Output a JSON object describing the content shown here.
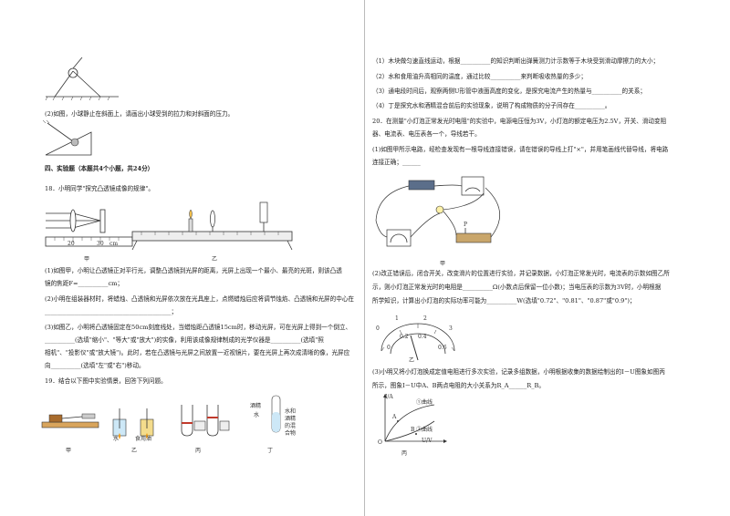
{
  "left": {
    "q2_text": "(2)如图，小球静止在斜面上，请画出小球受到的拉力和对斜面的压力。",
    "section_title": "四、实验题（本题共4个小题，共24分）",
    "q18_intro": "18．小明同学\"探究凸透镜成像的规律\"。",
    "q18_fig_jia": "甲",
    "q18_fig_yi": "乙",
    "q18_ruler_20": "20",
    "q18_ruler_30": "30",
    "q18_ruler_cm": "cm",
    "q18_1_l1": "(1)如图甲，小明让凸透镜正对平行光，调整凸透镜到光屏的距离，光屏上出现一个最小、最亮的光斑，则该凸透",
    "q18_1_l2": "镜的焦距F=__________cm；",
    "q18_2_l1": "(2)小明在组装器材时，将蜡烛、凸透镜和光屏依次放在光具座上，点燃蜡烛后应将调节烛焰、凸透镜和光屏的中心在",
    "q18_2_l2": "__________________________________________；",
    "q18_3_l1": "(3)如图乙，小明将凸透镜固定在50cm刻度线处，当蜡烛距凸透镜15cm时，移动光屏，可在光屏上得到一个倒立、",
    "q18_3_l2": "__________(选填\"缩小\"、\"等大\"或\"放大\")的实像，利用该成像规律制成的光学仪器是__________(选填\"照",
    "q18_3_l3": "相机\"、\"投影仪\"或\"放大镜\")。此时，若在凸透镜与光屏之间放置一近视镜片，要在光屏上再次成清晰的像，光屏应",
    "q18_3_l4": "向__________(选填\"左\"或\"右\")移动。",
    "q19_intro": "19．结合以下图中实验情景，回答下列问题。",
    "q19_fig_jia": "甲",
    "q19_fig_yi": "乙",
    "q19_fig_bing": "丙",
    "q19_fig_ding": "丁",
    "q19_yi_water": "水",
    "q19_yi_oil": "食用油",
    "q19_ding_label1": "水和",
    "q19_ding_label2": "酒精",
    "q19_ding_label3": "的混",
    "q19_ding_label4": "合物",
    "q19_ding_water": "水",
    "q19_ding_alcohol": "酒精"
  },
  "right": {
    "q19_1": "（1）木块做匀速直线运动，根据__________的知识判断出弹簧测力计示数等于木块受到滑动摩擦力的大小；",
    "q19_2": "（2）水和食用油升高相同的温度，通过比较__________来判断吸收热量的多少；",
    "q19_3": "（3）通电段时间后，观察两侧U形管中液面高度的变化，是探究电流产生的热量与__________的关系；",
    "q19_4": "（4）丁是探究水和酒精混合前后的实验现象，说明了构成物质的分子间存在__________。",
    "q20_l1": "20．在测量\"小灯泡正常发光时电阻\"的实验中，电源电压恒为3V，小灯泡的额定电压为2.5V，开关、滑动变阻",
    "q20_l2": "器、电流表、电压表各一个，导线若干。",
    "q20_1_l1": "(1)如图甲所示电路，经检查发现有一根导线连接错误，请在错误的导线上打\"×\"，并用笔画线代替导线，将电路",
    "q20_1_l2": "连接正确；______",
    "q20_fig_jia": "甲",
    "q20_fig_P": "P",
    "q20_2_l1": "(2)改正错误后，闭合开关，改变滑片的位置进行实验，并记录数据，小灯泡正常发光时，电流表的示数如图乙所",
    "q20_2_l2": "示，则小灯泡正常发光时的电阻是__________Ω(小数点后保留一位小数)；当电压表的示数为3V时，小明根据",
    "q20_2_l3": "所学知识，计算出小灯泡的实际功率可能为__________W(选填\"0.72\"、\"0.81\"、\"0.87\"或\"0.9\")；",
    "q20_meter_0": "0",
    "q20_meter_1": "1",
    "q20_meter_2": "2",
    "q20_meter_3": "3",
    "q20_meter_02": "0.2",
    "q20_meter_04": "0.4",
    "q20_meter_06": "0.6",
    "q20_meter_0b": "0",
    "q20_fig_yi": "乙",
    "q20_3_l1": "(3)小明又将小灯泡换成定值电阻进行多次实验，记录多组数据，小明根据收集的数据绘制出的I－U图象如图丙",
    "q20_3_l2": "所示，图象Ⅰ－U中A、B两点电阻的大小关系为R_A______R_B。",
    "q20_graph_ylabel": "I/A",
    "q20_graph_xlabel": "U/V",
    "q20_graph_origin": "O",
    "q20_graph_curve1": "①曲线",
    "q20_graph_curve2": "②曲线",
    "q20_graph_A": "A",
    "q20_graph_B": "B",
    "q20_fig_bing": "丙"
  }
}
